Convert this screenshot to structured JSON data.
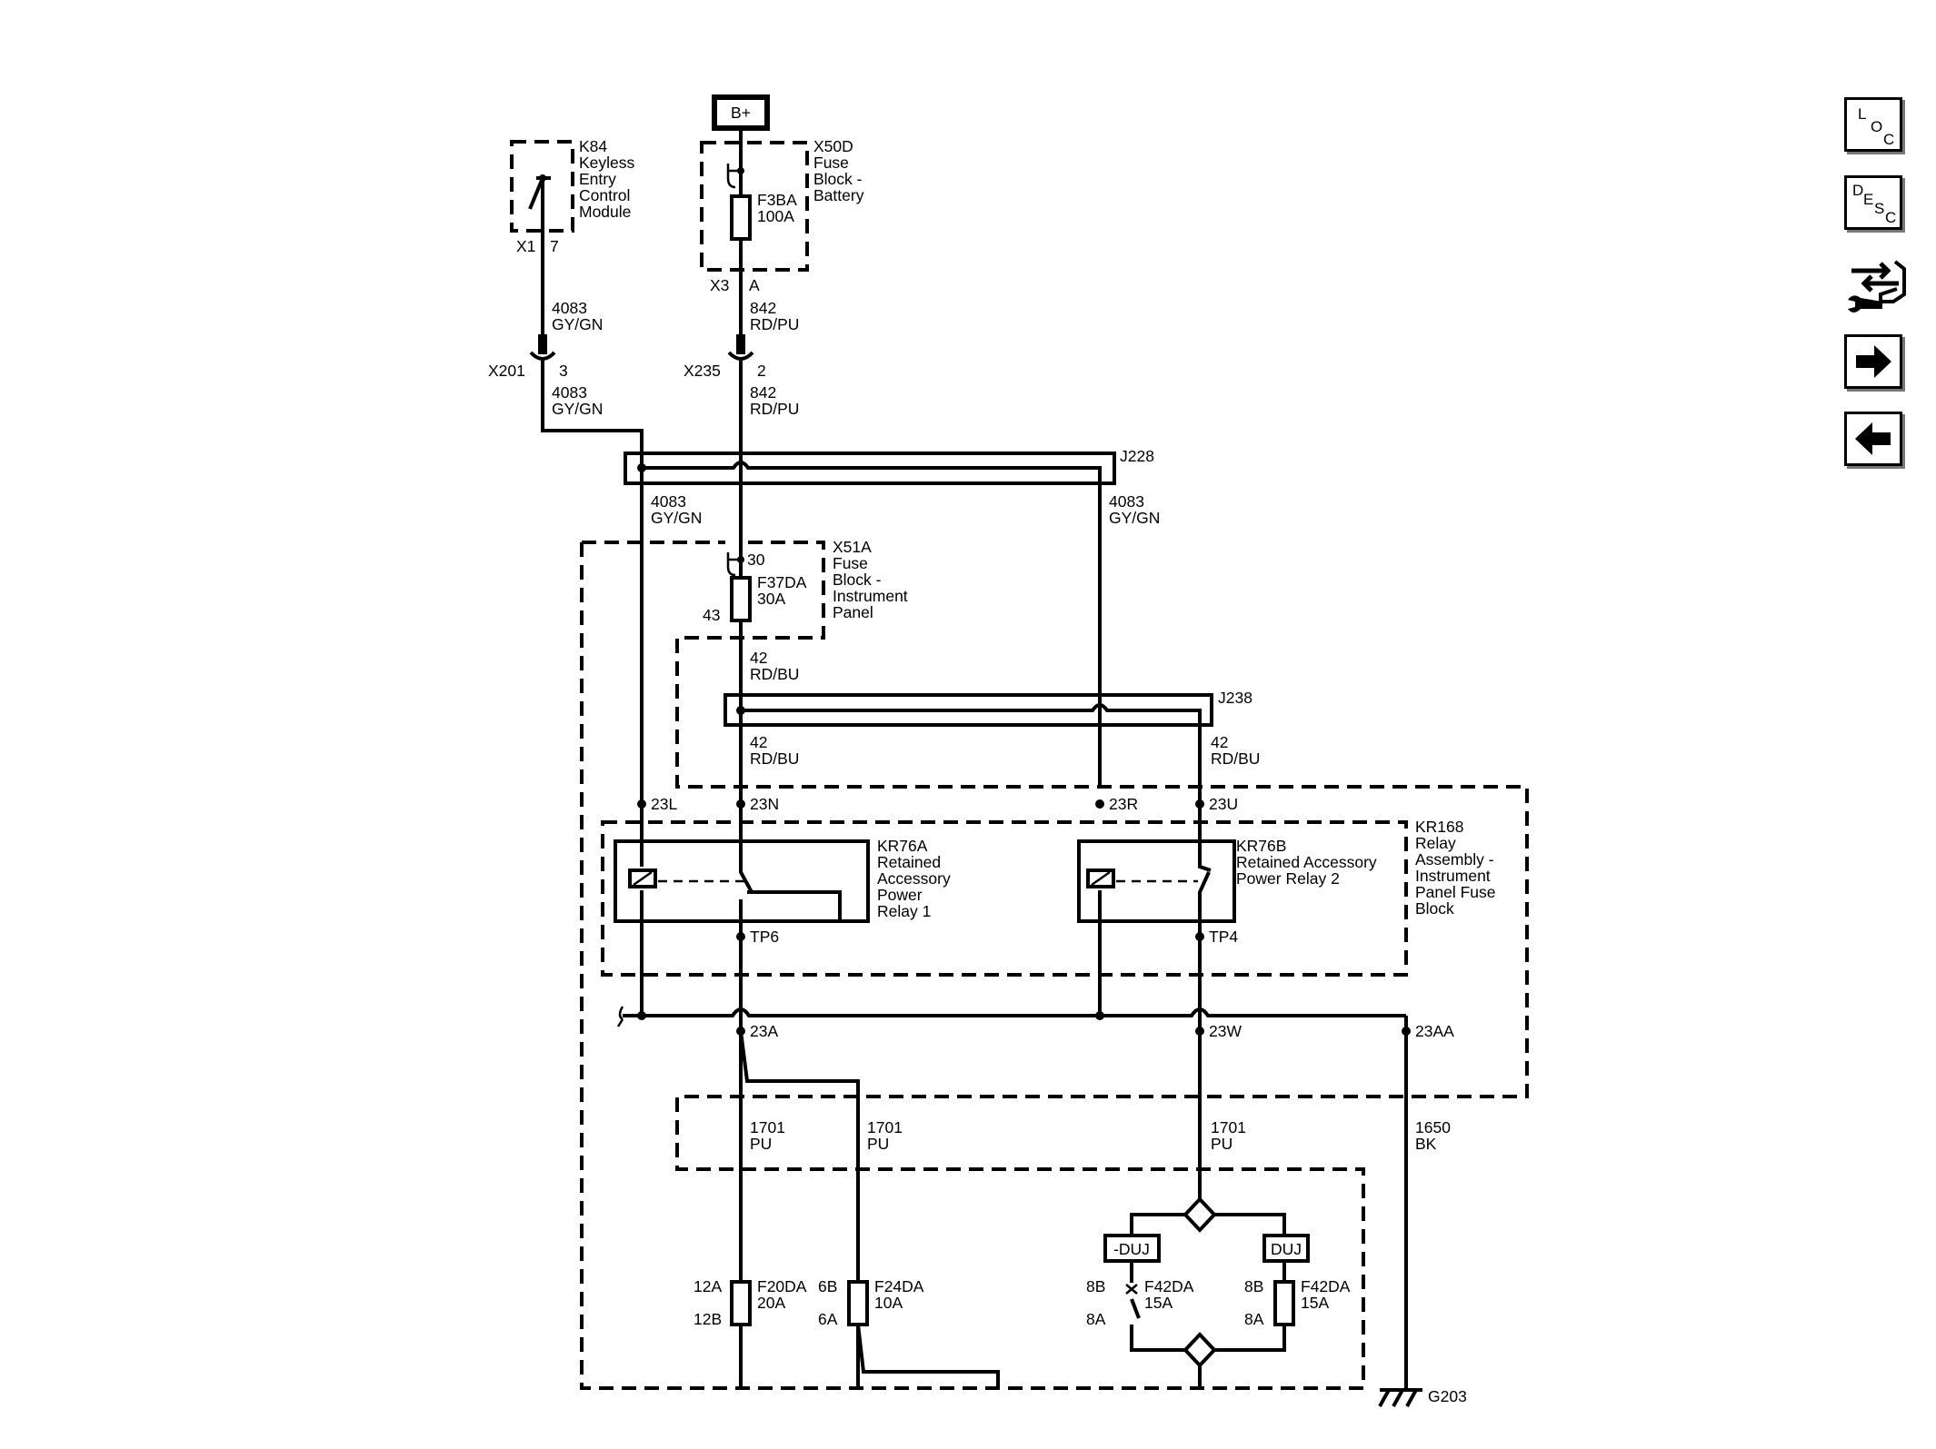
{
  "nav": {
    "loc": [
      "L",
      "O",
      "C"
    ],
    "desc": [
      "D",
      "E",
      "S",
      "C"
    ],
    "icons": {
      "component_tool": "wrench-connector-icon",
      "next": "arrow-right-icon",
      "previous": "arrow-left-icon"
    }
  },
  "diagram": {
    "battery": "B+",
    "k84": {
      "id": "K84",
      "line1": "Keyless",
      "line2": "Entry",
      "line3": "Control",
      "line4": "Module",
      "conn": "X1",
      "pin": "7"
    },
    "x50d": {
      "id": "X50D",
      "line1": "Fuse",
      "line2": "Block -",
      "line3": "Battery",
      "fuse": "F3BA",
      "rating": "100A",
      "conn": "X3",
      "pin": "A"
    },
    "w4083_top": {
      "circuit": "4083",
      "color": "GY/GN"
    },
    "w842_top": {
      "circuit": "842",
      "color": "RD/PU"
    },
    "x201": {
      "id": "X201",
      "pin": "3"
    },
    "x235": {
      "id": "X235",
      "pin": "2"
    },
    "w4083_mid": {
      "circuit": "4083",
      "color": "GY/GN"
    },
    "w842_mid": {
      "circuit": "842",
      "color": "RD/PU"
    },
    "j228": "J228",
    "w4083_left": {
      "circuit": "4083",
      "color": "GY/GN"
    },
    "w4083_right": {
      "circuit": "4083",
      "color": "GY/GN"
    },
    "x51a": {
      "id": "X51A",
      "line1": "Fuse",
      "line2": "Block -",
      "line3": "Instrument",
      "line4": "Panel",
      "pin_in": "30",
      "fuse": "F37DA",
      "rating": "30A",
      "pin_out": "43"
    },
    "w42_a": {
      "circuit": "42",
      "color": "RD/BU"
    },
    "j238": "J238",
    "w42_b": {
      "circuit": "42",
      "color": "RD/BU"
    },
    "w42_c": {
      "circuit": "42",
      "color": "RD/BU"
    },
    "pins": {
      "p23L": "23L",
      "p23N": "23N",
      "p23R": "23R",
      "p23U": "23U",
      "p23A": "23A",
      "p23W": "23W",
      "p23AA": "23AA",
      "tp6": "TP6",
      "tp4": "TP4"
    },
    "kr76a": {
      "id": "KR76A",
      "line1": "Retained",
      "line2": "Accessory",
      "line3": "Power",
      "line4": "Relay 1"
    },
    "kr76b": {
      "id": "KR76B",
      "line1": "Retained Accessory",
      "line2": "Power Relay 2"
    },
    "kr168": {
      "id": "KR168",
      "line1": "Relay",
      "line2": "Assembly -",
      "line3": "Instrument",
      "line4": "Panel Fuse",
      "line5": "Block"
    },
    "w1701_a": {
      "circuit": "1701",
      "color": "PU"
    },
    "w1701_b": {
      "circuit": "1701",
      "color": "PU"
    },
    "w1701_c": {
      "circuit": "1701",
      "color": "PU"
    },
    "w1650": {
      "circuit": "1650",
      "color": "BK"
    },
    "f20da": {
      "id": "F20DA",
      "rating": "20A",
      "pin_in": "12A",
      "pin_out": "12B"
    },
    "f24da": {
      "id": "F24DA",
      "rating": "10A",
      "pin_in": "6B",
      "pin_out": "6A"
    },
    "f42da_left": {
      "option": "-DUJ",
      "id": "F42DA",
      "rating": "15A",
      "pin_in": "8B",
      "pin_out": "8A"
    },
    "f42da_right": {
      "option": "DUJ",
      "id": "F42DA",
      "rating": "15A",
      "pin_in": "8B",
      "pin_out": "8A"
    },
    "g203": "G203"
  }
}
